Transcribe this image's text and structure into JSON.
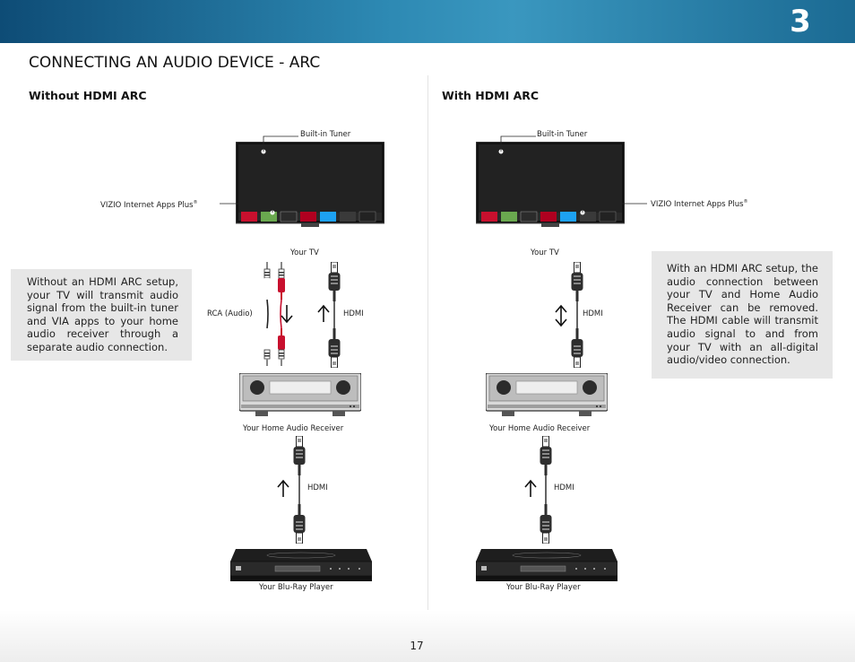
{
  "header": {
    "chapter_number": "3"
  },
  "page": {
    "title": "CONNECTING AN AUDIO DEVICE - ARC",
    "number": "17"
  },
  "left": {
    "title": "Without HDMI ARC",
    "note": "Without an HDMI ARC setup, your TV will transmit audio signal from the built-in tuner and VIA apps to your home audio receiver through a separate audio connection.",
    "labels": {
      "tuner": "Built-in Tuner",
      "apps": "VIZIO Internet Apps Plus",
      "apps_mark": "®",
      "tv": "Your TV",
      "rca": "RCA (Audio)",
      "hdmi_top": "HDMI",
      "receiver": "Your Home Audio Receiver",
      "hdmi_bottom": "HDMI",
      "player": "Your Blu-Ray Player"
    }
  },
  "right": {
    "title": "With HDMI ARC",
    "note": "With an HDMI ARC setup, the audio connection between your TV and Home Audio Receiver can be removed. The HDMI cable will transmit audio signal to and from your TV with an all-digital audio/video connection.",
    "labels": {
      "tuner": "Built-in Tuner",
      "apps": "VIZIO Internet Apps Plus",
      "apps_mark": "®",
      "tv": "Your TV",
      "hdmi_top": "HDMI",
      "receiver": "Your Home Audio Receiver",
      "hdmi_bottom": "HDMI",
      "player": "Your Blu-Ray Player"
    }
  },
  "colors": {
    "header_blue": "#2d89b3",
    "rca_red": "#c8102e",
    "note_bg": "#e7e7e7"
  }
}
